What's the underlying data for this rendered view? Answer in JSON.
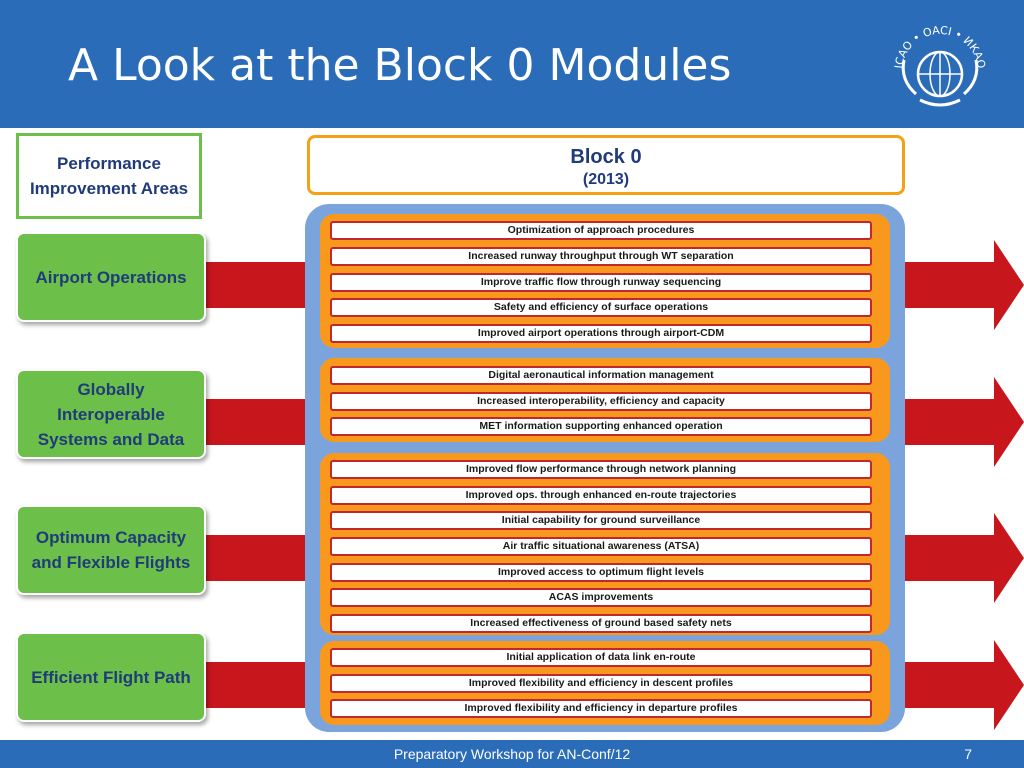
{
  "slide": {
    "title": "A Look at the Block 0 Modules",
    "footer": "Preparatory Workshop for AN-Conf/12",
    "page_number": "7"
  },
  "logo": {
    "name": "icao-emblem",
    "text": "ICAO • OACI • ИКАО"
  },
  "pia_header": {
    "label": "Performance Improvement Areas"
  },
  "block0": {
    "title": "Block 0",
    "year": "(2013)"
  },
  "areas": [
    {
      "label": "Airport Operations"
    },
    {
      "label": "Globally Interoperable Systems and Data"
    },
    {
      "label": "Optimum Capacity and Flexible Flights"
    },
    {
      "label": "Efficient Flight Path"
    }
  ],
  "groups": [
    {
      "modules": [
        "Optimization of approach procedures",
        "Increased runway throughput through WT separation",
        "Improve traffic flow through runway sequencing",
        "Safety and efficiency of surface operations",
        "Improved airport operations through airport-CDM"
      ]
    },
    {
      "modules": [
        "Digital aeronautical information management",
        "Increased interoperability, efficiency and capacity",
        "MET information supporting enhanced operation"
      ]
    },
    {
      "modules": [
        "Improved flow performance through network planning",
        "Improved ops. through enhanced en-route trajectories",
        "Initial capability for  ground surveillance",
        "Air traffic situational awareness (ATSA)",
        "Improved access to optimum flight levels",
        "ACAS improvements",
        "Increased effectiveness of ground based safety nets"
      ]
    },
    {
      "modules": [
        "Initial application of data link en-route",
        "Improved flexibility and efficiency in descent profiles",
        "Improved flexibility and efficiency in departure profiles"
      ]
    }
  ],
  "colors": {
    "header_blue": "#2b6cb8",
    "area_green": "#6cc04a",
    "arrow_red": "#c8161d",
    "group_orange": "#f8981d",
    "panel_blue": "#7ba4dd",
    "text_navy": "#1f3b7a"
  }
}
